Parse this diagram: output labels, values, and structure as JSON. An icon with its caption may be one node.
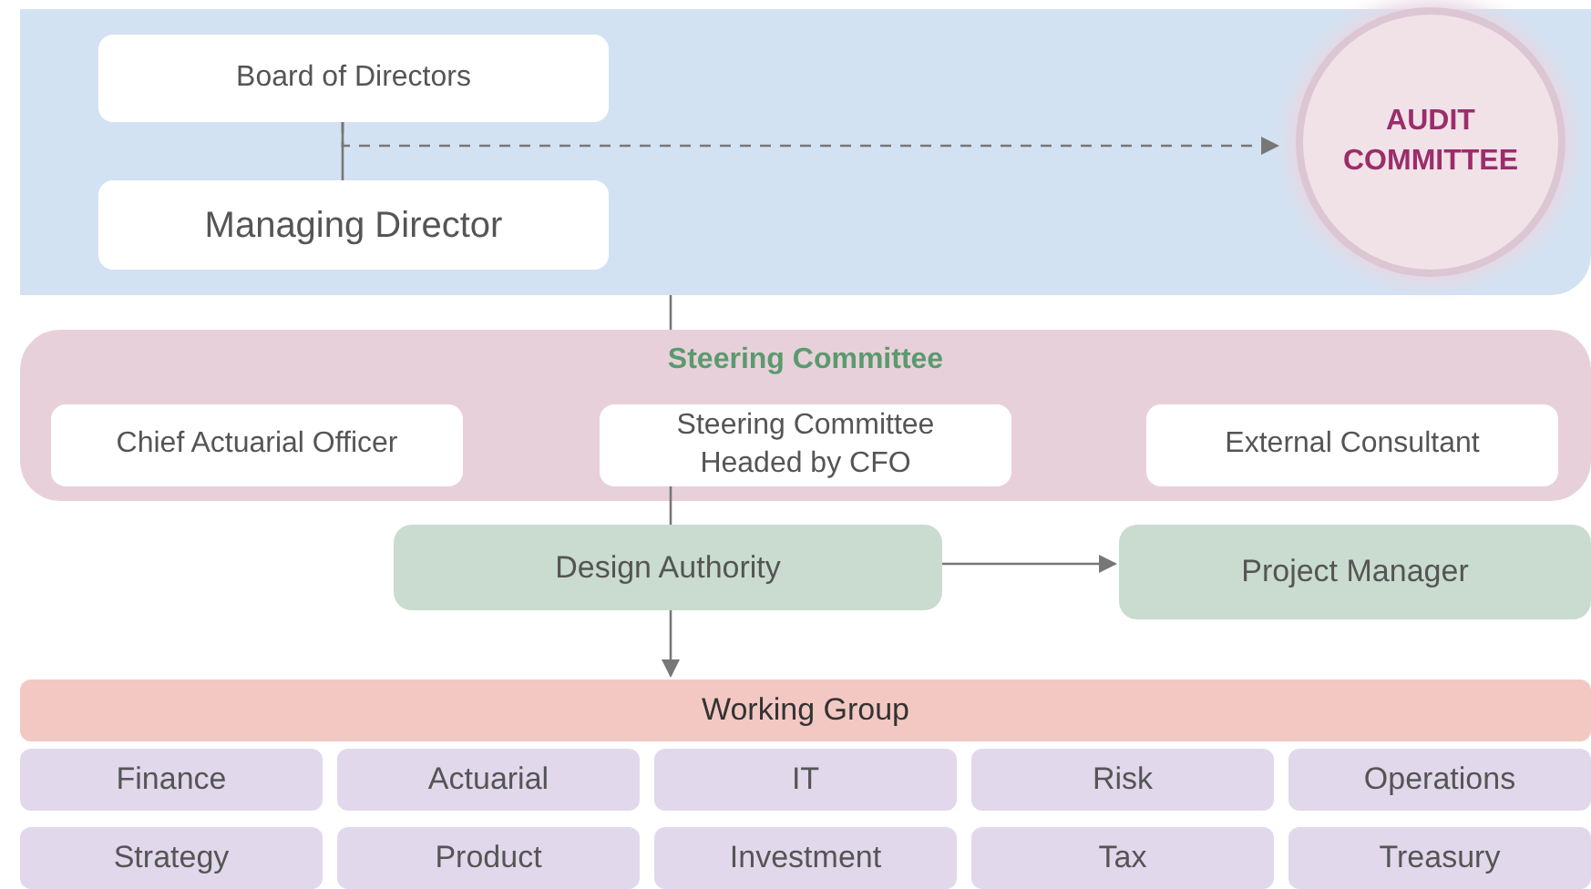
{
  "diagram": {
    "nodes": [
      {
        "text": [],
        "shape": "box"
      },
      {
        "text": [
          "Board of Directors"
        ],
        "in": 0
      },
      {
        "text": [
          "Managing Director"
        ],
        "in": 0
      },
      {
        "text": [
          "AUDIT COMMITTEE"
        ],
        "in": 0
      },
      {
        "text": [
          "Steering Committee"
        ]
      },
      {
        "text": [
          "Chief Actuarial Officer"
        ],
        "in": 4
      },
      {
        "text": [
          "Steering Committee Headed by CFO"
        ],
        "in": 4
      },
      {
        "text": [
          "External Consultant"
        ],
        "in": 4
      },
      {
        "text": [
          "Design Authority"
        ]
      },
      {
        "text": [
          "Project Manager"
        ]
      },
      {
        "text": [
          "Working Group"
        ]
      },
      {
        "text": [
          "Finance"
        ]
      },
      {
        "text": [
          "Actuarial"
        ]
      },
      {
        "text": [
          "IT"
        ]
      },
      {
        "text": [
          "Risk"
        ]
      },
      {
        "text": [
          "Operations"
        ]
      },
      {
        "text": [
          "Strategy"
        ]
      },
      {
        "text": [
          "Product"
        ]
      },
      {
        "text": [
          "Investment"
        ]
      },
      {
        "text": [
          "Tax"
        ]
      },
      {
        "text": [
          "Treasury"
        ]
      }
    ],
    "edges": [
      {
        "from": 1,
        "to": 2,
        "arrow": "none"
      },
      {
        "from": 1,
        "to": 3,
        "arrow": "to",
        "style": "dashed"
      },
      {
        "from": 0,
        "to": 4,
        "arrow": "none"
      },
      {
        "from": 6,
        "to": 8,
        "arrow": "none"
      },
      {
        "from": 8,
        "to": 10,
        "arrow": "to"
      },
      {
        "from": 8,
        "to": 9,
        "arrow": "to"
      }
    ]
  }
}
